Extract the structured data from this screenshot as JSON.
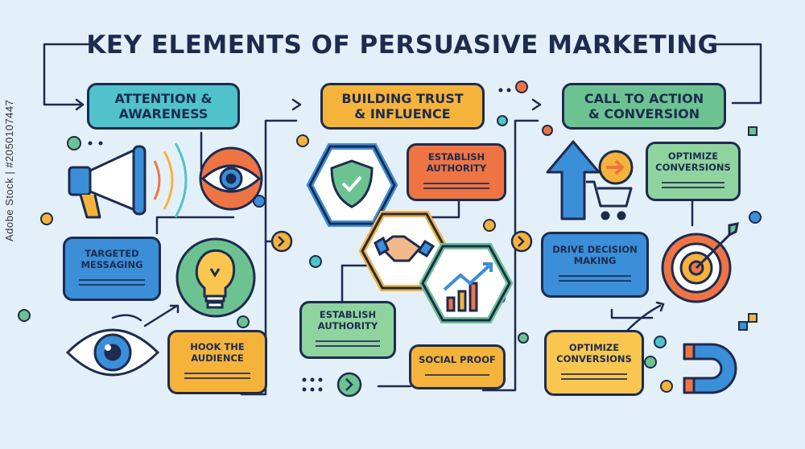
{
  "title": "KEY ELEMENTS OF PERSUASIVE MARKETING",
  "columns": [
    {
      "header_line1": "ATTENTION &",
      "header_line2": "AWARENESS"
    },
    {
      "header_line1": "BUILDING TRUST",
      "header_line2": "& INFLUENCE"
    },
    {
      "header_line1": "CALL TO ACTION",
      "header_line2": "& CONVERSION"
    }
  ],
  "cards": {
    "targeted_messaging": {
      "line1": "TARGETED",
      "line2": "MESSAGING"
    },
    "hook_audience": {
      "line1": "HOOK THE",
      "line2": "AUDIENCE"
    },
    "establish_authority_top": {
      "line1": "ESTABLISH",
      "line2": "AUTHORITY"
    },
    "establish_authority_bottom": {
      "line1": "ESTABLISH",
      "line2": "AUTHORITY"
    },
    "social_proof": {
      "line1": "SOCIAL PROOF"
    },
    "optimize_top": {
      "line1": "OPTIMIZE",
      "line2": "CONVERSIONS"
    },
    "drive_decision": {
      "line1": "DRIVE DECISION",
      "line2": "MAKING"
    },
    "optimize_bottom": {
      "line1": "OPTIMIZE",
      "line2": "CONVERSIONS"
    }
  },
  "icons": [
    "megaphone-icon",
    "eye-icon",
    "lightbulb-icon",
    "eye-icon",
    "shield-check-icon",
    "handshake-icon",
    "growth-chart-icon",
    "arrow-up-icon",
    "cart-icon",
    "arrow-right-icon",
    "target-icon",
    "magnet-icon"
  ],
  "watermark": "Adobe Stock | #2050107447",
  "colors": {
    "outline": "#1d2b4f",
    "teal": "#4fc3c9",
    "orange": "#f6b33b",
    "green": "#6cc391",
    "blue": "#3b8ed8",
    "red": "#ef7444"
  }
}
